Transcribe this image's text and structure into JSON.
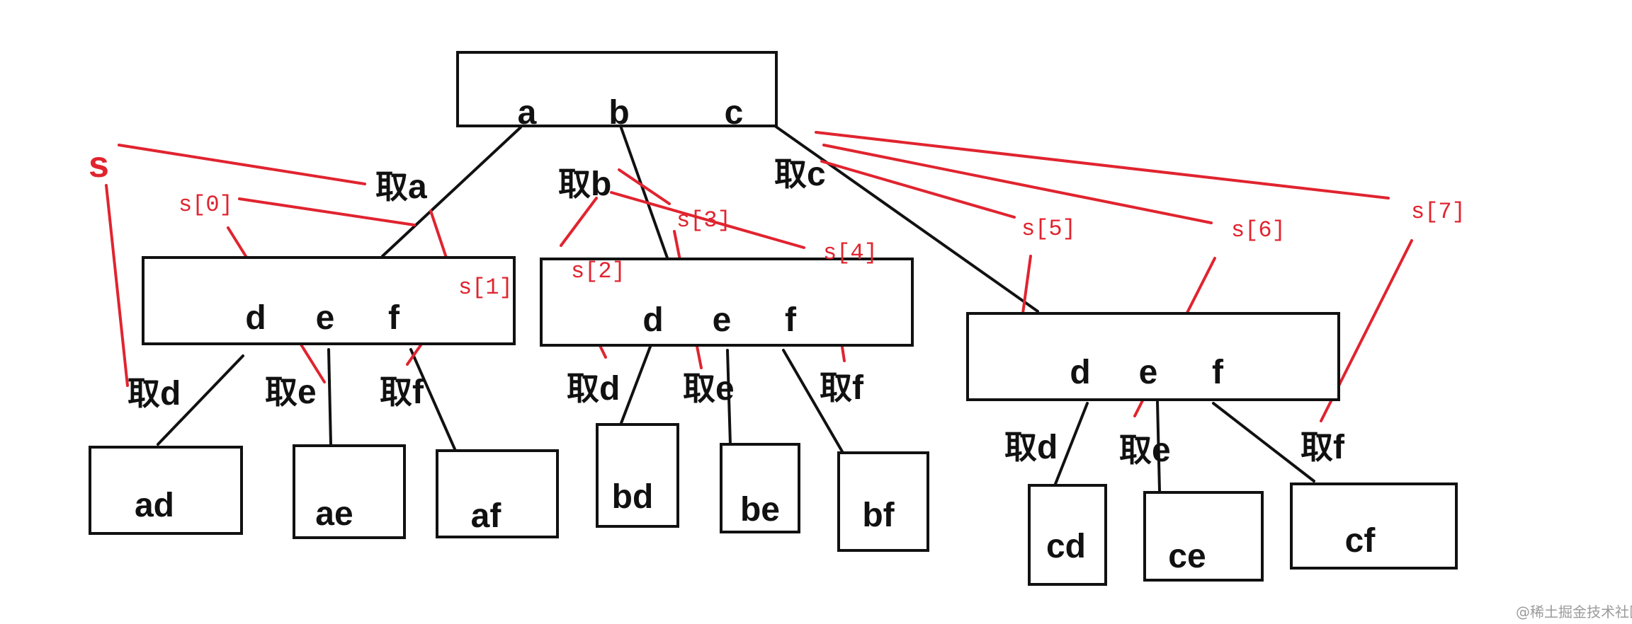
{
  "diagram": {
    "root": {
      "letters": [
        "a",
        "b",
        "c"
      ]
    },
    "take_prefix": "取",
    "take_letters": {
      "a": "a",
      "b": "b",
      "c": "c"
    },
    "level1": [
      {
        "letters": [
          "d",
          "e",
          "f"
        ]
      },
      {
        "letters": [
          "d",
          "e",
          "f"
        ]
      },
      {
        "letters": [
          "d",
          "e",
          "f"
        ]
      }
    ],
    "level1_take": [
      "d",
      "e",
      "f"
    ],
    "leaves": [
      "ad",
      "ae",
      "af",
      "bd",
      "be",
      "bf",
      "cd",
      "ce",
      "cf"
    ],
    "s_label": "s",
    "s_items": [
      "s[0]",
      "s[1]",
      "s[2]",
      "s[3]",
      "s[4]",
      "s[5]",
      "s[6]",
      "s[7]"
    ],
    "watermark": "@稀土掘金技术社区"
  },
  "colors": {
    "line": "#111111",
    "annotation": "#e0242f"
  }
}
